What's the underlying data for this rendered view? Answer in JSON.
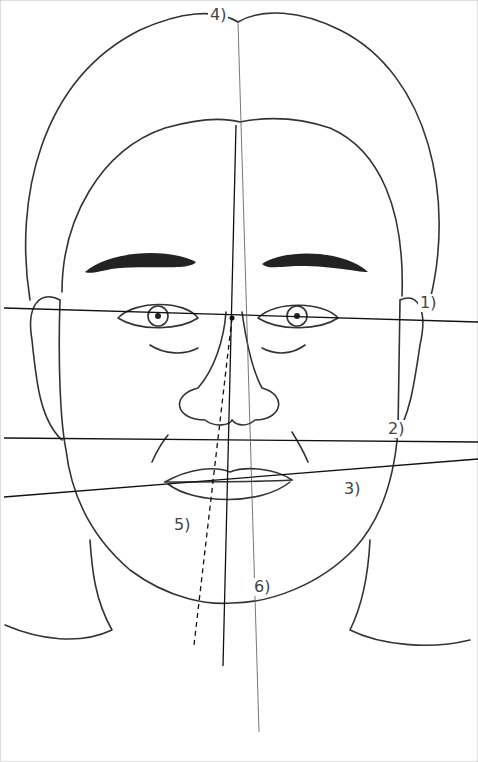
{
  "diagram": {
    "labels": [
      "1)",
      "2)",
      "3)",
      "4)",
      "5)",
      "6)"
    ]
  }
}
